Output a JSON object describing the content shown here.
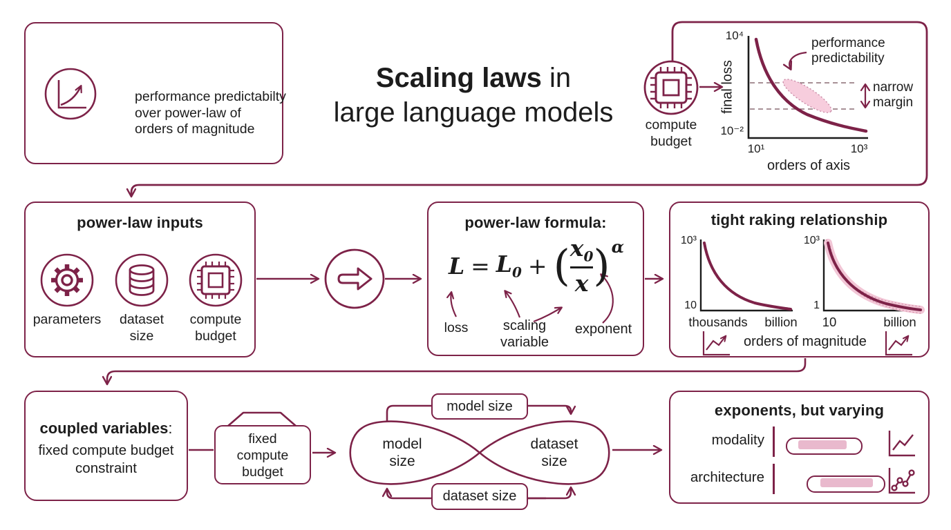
{
  "title": {
    "bold": "Scaling laws",
    "rest": " in",
    "line2": "large language models"
  },
  "intro_card": {
    "icon": "growth-chart-icon",
    "line1": "performance predictabilty",
    "line2": "over power-law of",
    "line3": "orders of magnitude"
  },
  "budget_chart_card": {
    "source_line1": "compute",
    "source_line2": "budget",
    "ylabel": "final loss",
    "ytick_top": "10⁴",
    "ytick_bottom": "10⁻²",
    "xtick_left": "10¹",
    "xtick_right": "10³",
    "xlabel": "orders of axis",
    "annotation_line1": "performance",
    "annotation_line2": "predictability",
    "margin_line1": "narrow",
    "margin_line2": "margin"
  },
  "inputs_card": {
    "title": "power-law inputs",
    "item1": {
      "icon": "gear-icon",
      "line1": "parameters",
      "line2": ""
    },
    "item2": {
      "icon": "database-icon",
      "line1": "dataset",
      "line2": "size"
    },
    "item3": {
      "icon": "chip-icon",
      "line1": "compute",
      "line2": "budget"
    }
  },
  "formula_card": {
    "title": "power-law formula:",
    "formula": {
      "lhs": "L",
      "eq": "=",
      "base": "L",
      "base_sub": "0",
      "plus": "+",
      "num": "x",
      "num_sub": "0",
      "den": "x",
      "exp": "α"
    },
    "label_loss": "loss",
    "label_scaling_line1": "scaling",
    "label_scaling_line2": "variable",
    "label_exponent": "exponent"
  },
  "ranking_card": {
    "title": "tight raking relationship",
    "left_chart": {
      "ytop": "10³",
      "ybottom": "10",
      "xleft": "thousands",
      "xright": "billion"
    },
    "right_chart": {
      "ytop": "10³",
      "ybottom": "1",
      "xleft": "10",
      "xright": "billion"
    },
    "footer": "orders of magnitude"
  },
  "coupled_card": {
    "title": "coupled variables",
    "colon": ":",
    "line1": "fixed compute budget",
    "line2": "constraint"
  },
  "fixed_budget_box": {
    "line1": "fixed",
    "line2": "compute",
    "line3": "budget"
  },
  "loop": {
    "left_line1": "model",
    "left_line2": "size",
    "right_line1": "dataset",
    "right_line2": "size",
    "top_box": "model size",
    "bottom_box": "dataset size"
  },
  "exponents_card": {
    "title": "exponents, but varying",
    "row1": {
      "label": "modality",
      "icon": "line-chart-icon"
    },
    "row2": {
      "label": "architecture",
      "icon": "dot-line-chart-icon"
    }
  }
}
